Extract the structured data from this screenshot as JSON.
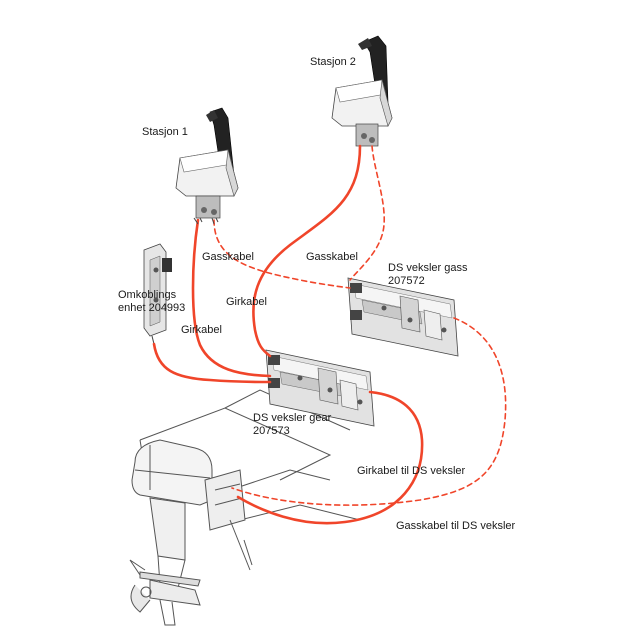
{
  "labels": {
    "station1": "Stasjon 1",
    "station2": "Stasjon 2",
    "throttle_cable_left": "Gasskabel",
    "throttle_cable_right": "Gasskabel",
    "switch_unit": "Omkoblings\nenhet 204993",
    "gear_cable_left": "Girkabel",
    "gear_cable_mid": "Girkabel",
    "ds_gear": "DS veksler gear\n207573",
    "ds_throttle": "DS veksler gass\n207572",
    "gear_cable_to_ds": "Girkabel til DS veksler",
    "throttle_cable_to_ds": "Gasskabel til DS veksler"
  },
  "colors": {
    "gear_cable": "#f0452a",
    "throttle_cable": "#f0452a",
    "cable_outline": "#b0301c",
    "line_art": "#555555"
  }
}
